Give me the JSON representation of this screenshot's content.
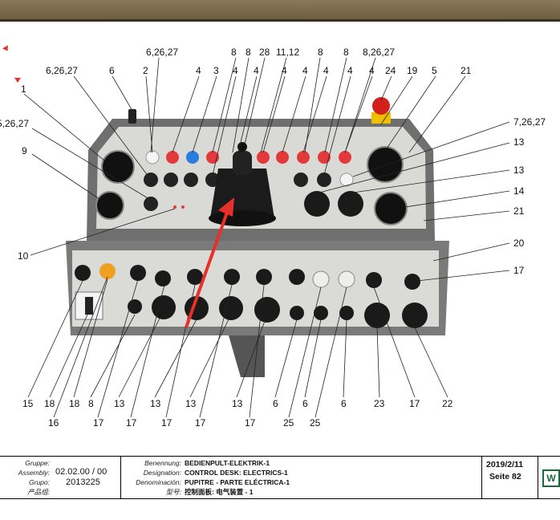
{
  "callouts": {
    "top": [
      "6,26,27",
      "8",
      "8",
      "28",
      "11,12",
      "8",
      "8",
      "8,26,27"
    ],
    "upper": [
      "6,26,27",
      "6",
      "2",
      "4",
      "3",
      "4",
      "4",
      "4",
      "4",
      "4",
      "4",
      "4",
      "24",
      "19",
      "5",
      "21"
    ],
    "left": [
      "1",
      "5,26,27",
      "9",
      "10"
    ],
    "right": [
      "7,26,27",
      "13",
      "13",
      "14",
      "21",
      "20",
      "17"
    ],
    "bottom_row1": [
      "15",
      "18",
      "18",
      "8",
      "13",
      "13",
      "13",
      "13",
      "6",
      "6",
      "6",
      "23",
      "17",
      "22"
    ],
    "bottom_row2": [
      "16",
      "17",
      "17",
      "17",
      "17",
      "17",
      "25",
      "25"
    ]
  },
  "footer": {
    "gruppe_label": "Gruppe:",
    "assembly_label": "Assembly:",
    "grupo_label": "Grupo:",
    "cn_group_label": "产品组:",
    "assembly_value": "02.02.00 / 00",
    "grupo_value": "2013225",
    "benennung_label": "Benennung:",
    "designation_label": "Designation:",
    "denominacion_label": "Denominación:",
    "cn_type_label": "型号:",
    "title_de": "BEDIENPULT-ELEKTRIK-1",
    "title_en": "CONTROL DESK: ELECTRICS-1",
    "title_es": "PUPITRE - PARTE ELÉCTRICA-1",
    "title_cn": "控制面板: 电气装置 - 1",
    "date": "2019/2/11",
    "page": "Seite 82",
    "logo": "W"
  },
  "colors": {
    "accent_arrow": "#e8302a",
    "panel": "#d8d8d4",
    "frame": "#6f6f6f",
    "red_button": "#e23a3a",
    "blue_button": "#2a7ce0",
    "orange_lamp": "#f0a020"
  }
}
